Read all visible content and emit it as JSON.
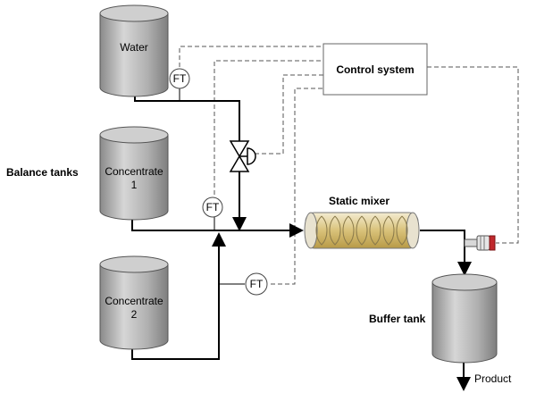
{
  "labels": {
    "balance_tanks": "Balance tanks",
    "water": "Water",
    "concentrate_1_line1": "Concentrate",
    "concentrate_1_line2": "1",
    "concentrate_2_line1": "Concentrate",
    "concentrate_2_line2": "2",
    "control_system": "Control system",
    "static_mixer": "Static mixer",
    "buffer_tank": "Buffer tank",
    "product": "Product"
  },
  "instruments": {
    "ft_top": "FT",
    "ft_mid": "FT",
    "ft_bottom": "FT"
  },
  "colors": {
    "tank_body": "#b4b4b4",
    "mixer_body": "#d7c06a",
    "sensor_cap": "#c0282c"
  }
}
